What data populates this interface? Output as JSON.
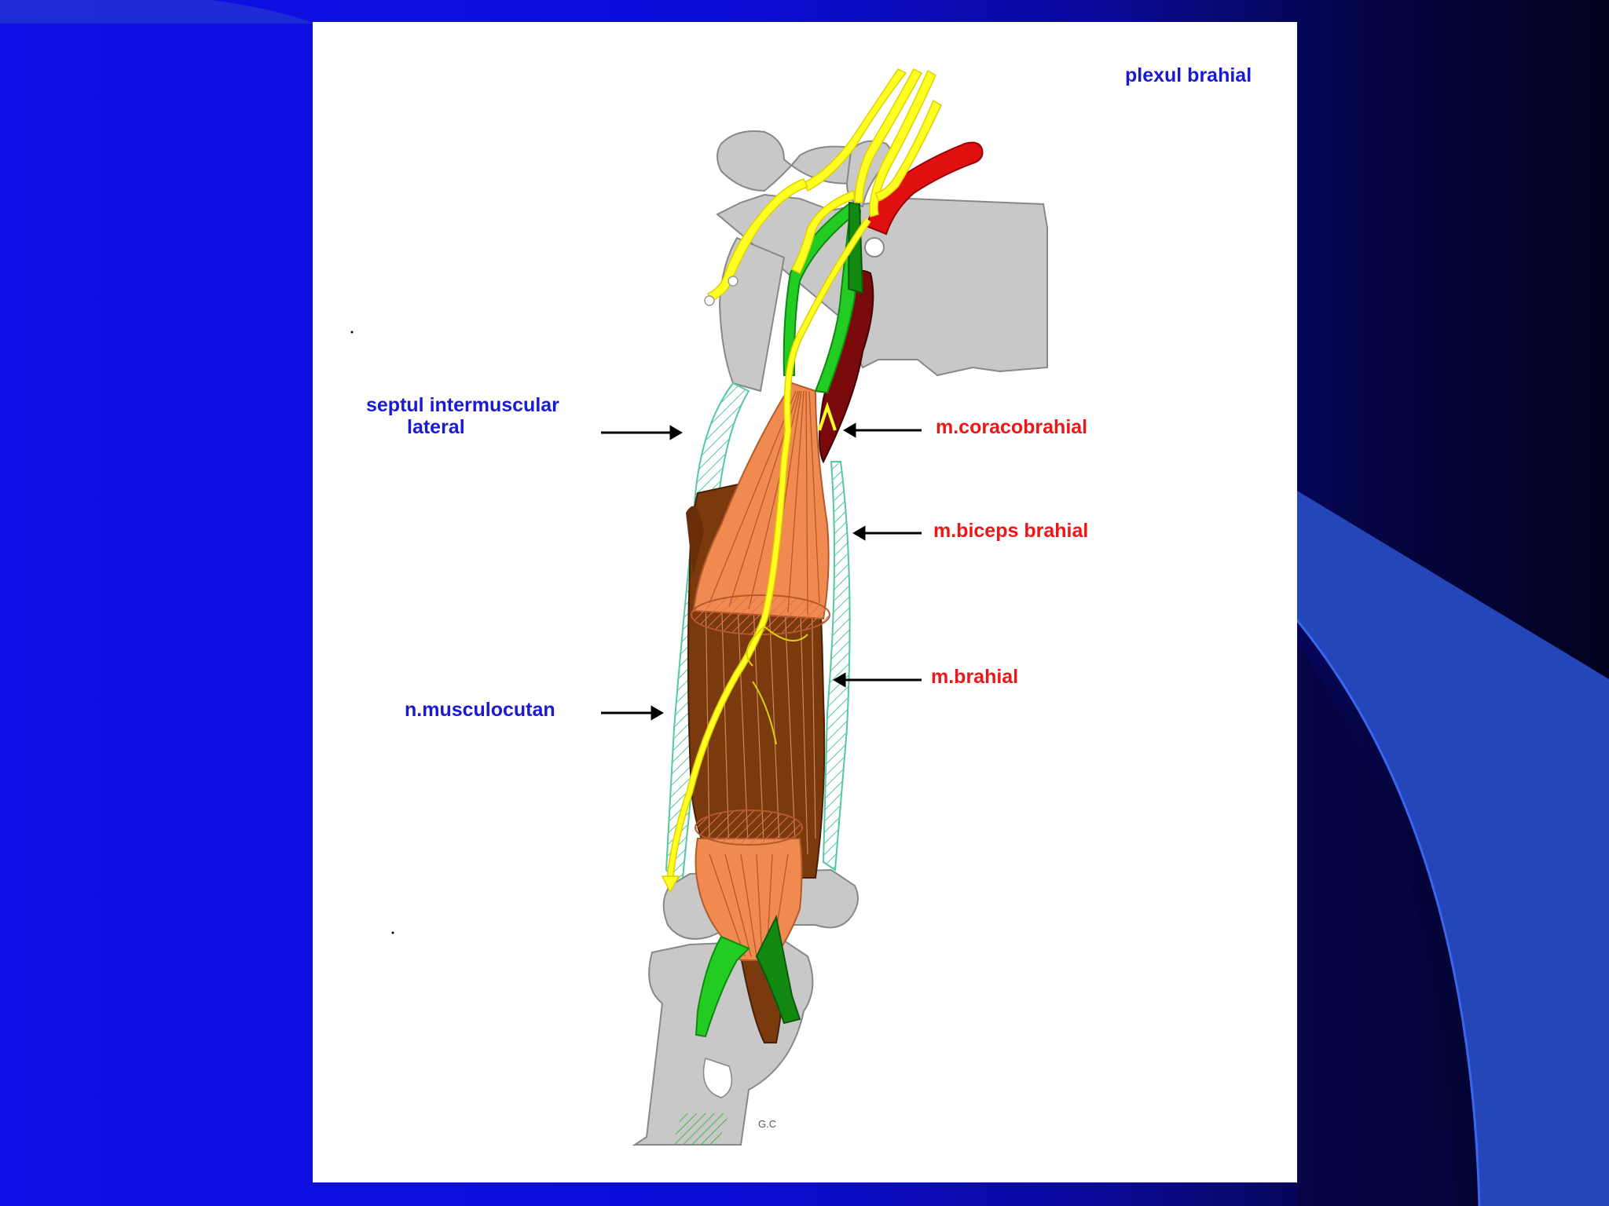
{
  "figure": {
    "labels": {
      "plexul_brahial": "plexul brahial",
      "septul_line1": "septul intermuscular",
      "septul_line2": "lateral",
      "coracobrahial": "m.coracobrahial",
      "biceps": "m.biceps brahial",
      "brahial": "m.brahial",
      "musculocutan": "n.musculocutan",
      "signature": "G.C"
    },
    "colors": {
      "label_blue": "#1a1ad2",
      "label_red": "#ee1616",
      "bone": "#c8c8c8",
      "nerve": "#ffff22",
      "artery": "#e01010",
      "biceps": "#f08a50",
      "brachialis": "#7a3a0e",
      "coracobrachialis": "#7a0a0a",
      "tendon_green": "#22cc22",
      "septum_hatch": "#66ccaa"
    }
  }
}
